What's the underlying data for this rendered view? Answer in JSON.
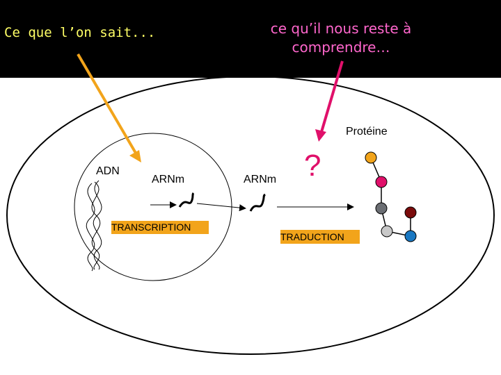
{
  "header": {
    "known_text": "Ce que l’on sait...",
    "unknown_text": "ce qu’il nous reste à comprendre…",
    "known_color": "#ffff66",
    "unknown_color": "#ff66cc"
  },
  "labels": {
    "adn": "ADN",
    "arnm_nucleus": "ARNm",
    "arnm_cytoplasm": "ARNm",
    "proteine": "Protéine",
    "question": "?",
    "transcription": "TRANSCRIPTION",
    "traduction": "TRADUCTION"
  },
  "colors": {
    "header_background": "#000000",
    "known_arrow": "#f2a41b",
    "unknown_arrow": "#e0106a",
    "process_box": "#f2a41b",
    "amino_acids": [
      "#f2a41b",
      "#e0106a",
      "#6b6e73",
      "#7a0b0b",
      "#c8c8c8",
      "#1a78c2"
    ]
  }
}
